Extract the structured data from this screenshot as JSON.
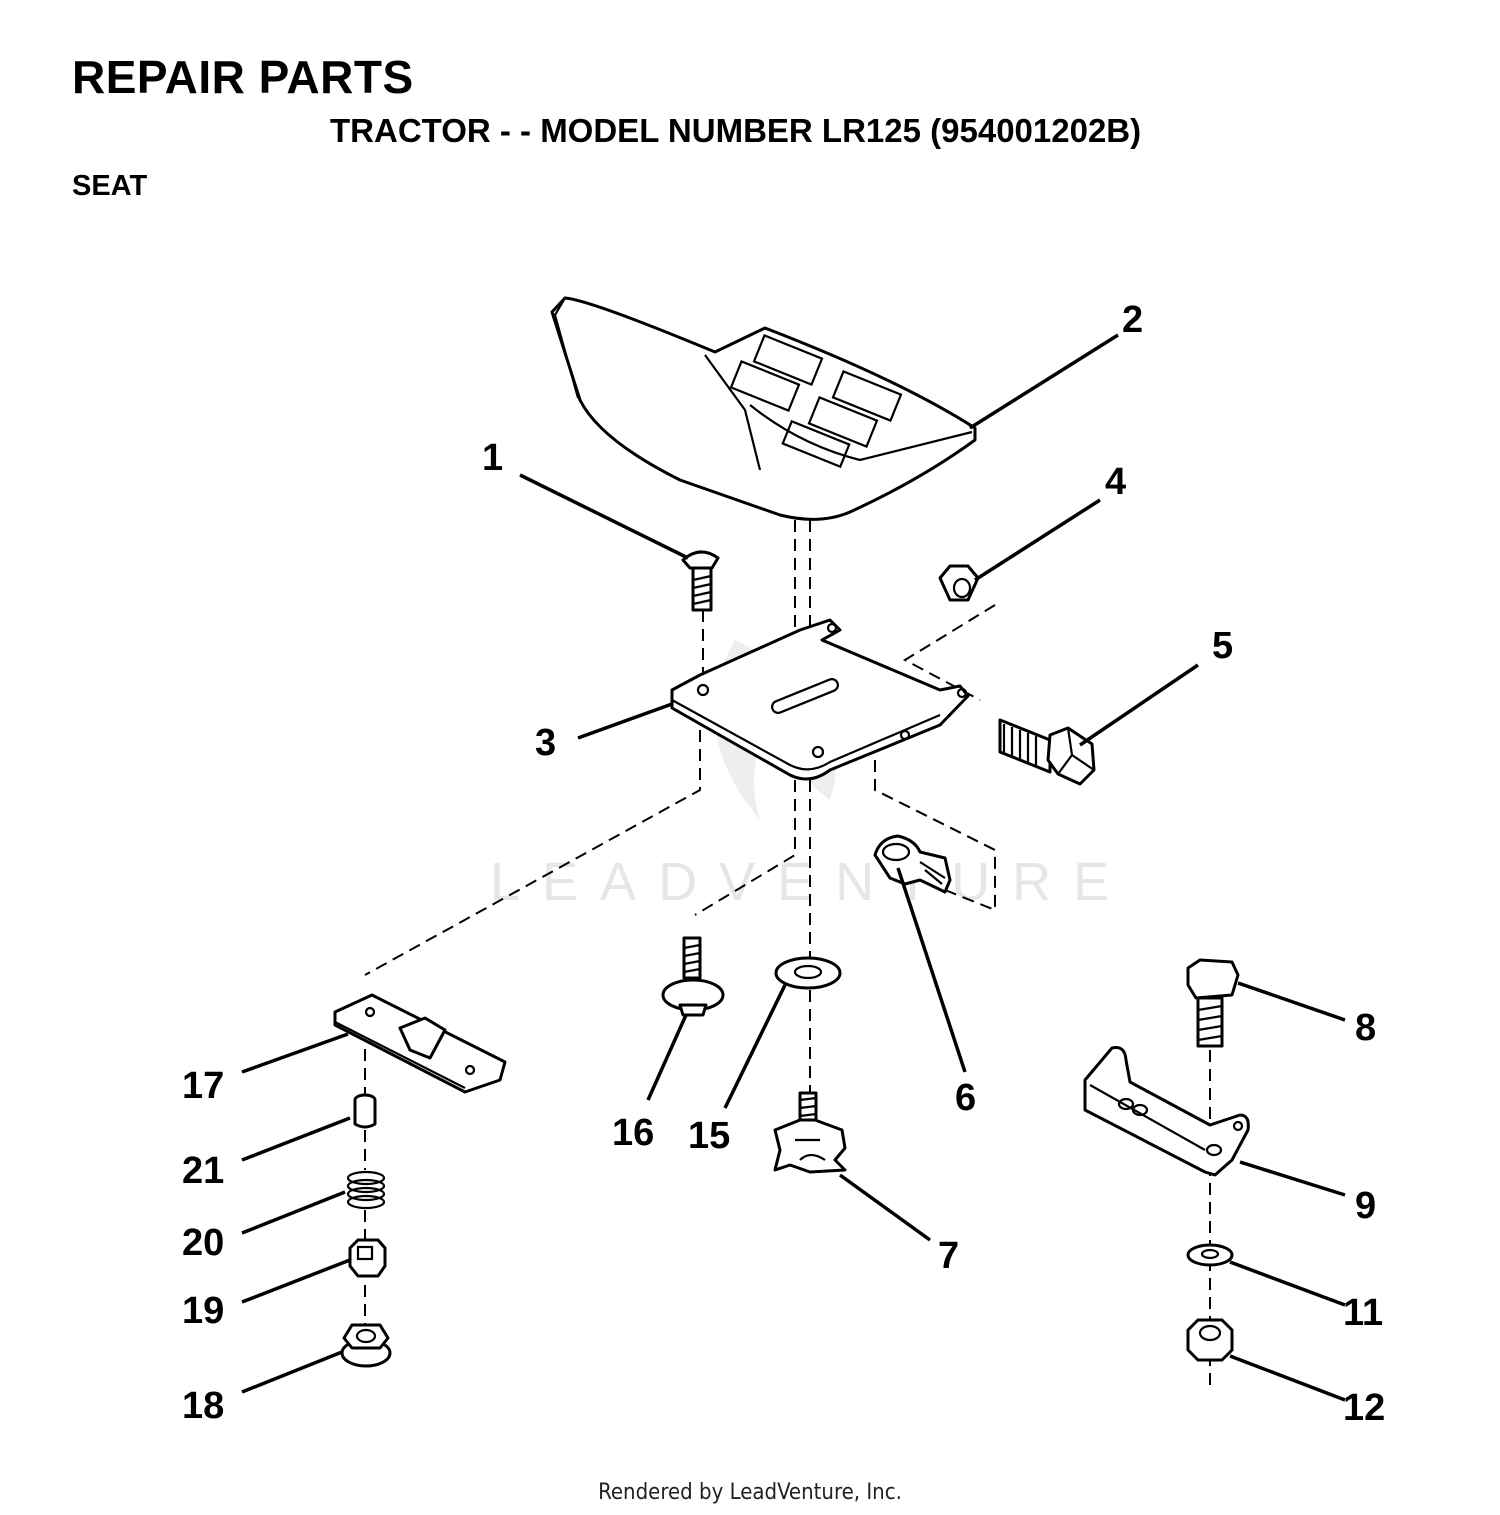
{
  "header": {
    "title": "REPAIR PARTS",
    "subtitle": "TRACTOR - - MODEL NUMBER LR125 (954001202B)",
    "section": "SEAT"
  },
  "watermark": "LEADVENTURE",
  "callouts": [
    "1",
    "2",
    "3",
    "4",
    "5",
    "6",
    "7",
    "8",
    "9",
    "11",
    "12",
    "15",
    "16",
    "17",
    "18",
    "19",
    "20",
    "21"
  ],
  "footer": "Rendered by LeadVenture, Inc."
}
